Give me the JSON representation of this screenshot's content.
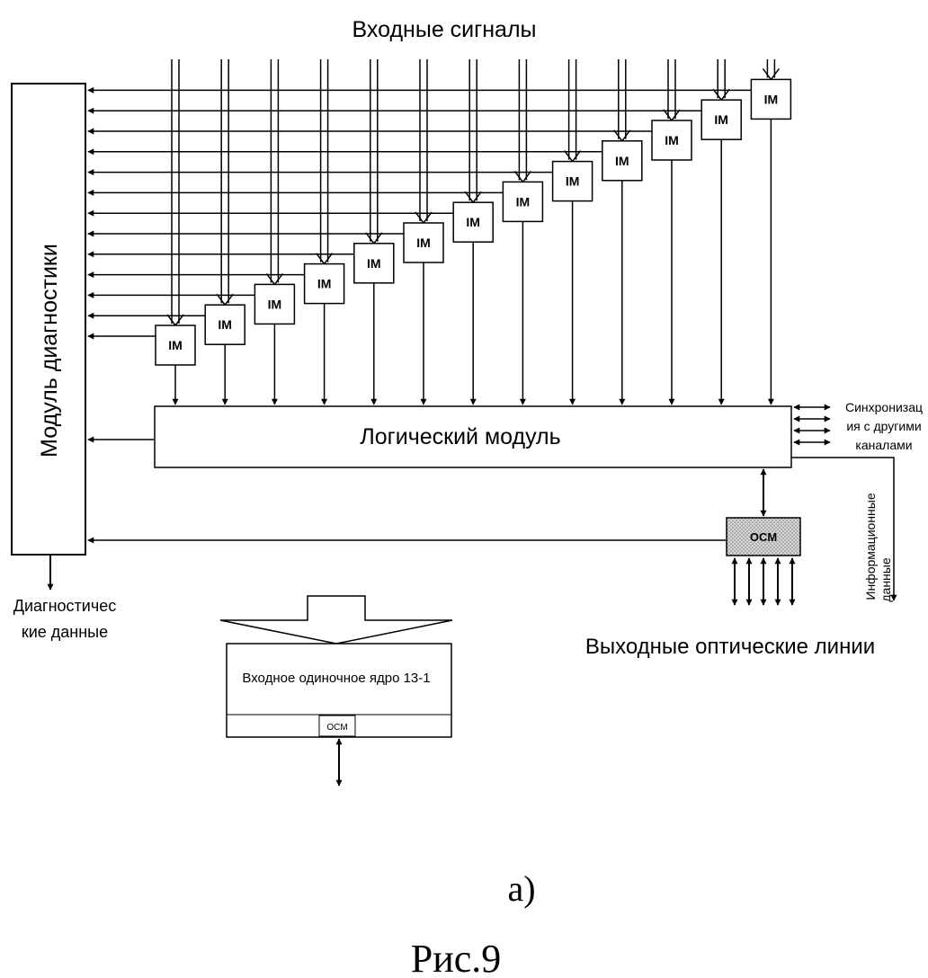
{
  "title": "Входные сигналы",
  "diagnostics_module": "Модуль диагностики",
  "diagnostic_data": [
    "Диагностичес",
    "кие данные"
  ],
  "logic_module": "Логический модуль",
  "im_label": "IM",
  "im_count": 13,
  "osm_label": "OCM",
  "sync_label": [
    "Синхронизац",
    "ия с другими",
    "каналами"
  ],
  "info_data_label": [
    "Информационные",
    "данные"
  ],
  "output_lines_label": "Выходные оптические линии",
  "core_label": "Входное одиночное ядро 13-1",
  "core_osm_label": "OCM",
  "subfigure_label": "а)",
  "figure_label": "Рис.9"
}
